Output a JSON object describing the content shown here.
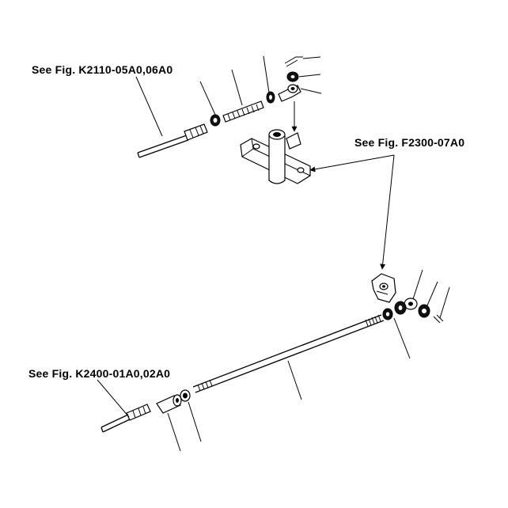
{
  "labels": {
    "ref_upper": "See Fig. K2110-05A0,06A0",
    "ref_middle": "See Fig. F2300-07A0",
    "ref_lower": "See Fig. K2400-01A0,02A0"
  },
  "colors": {
    "ink": "#000000",
    "paper": "#ffffff"
  }
}
